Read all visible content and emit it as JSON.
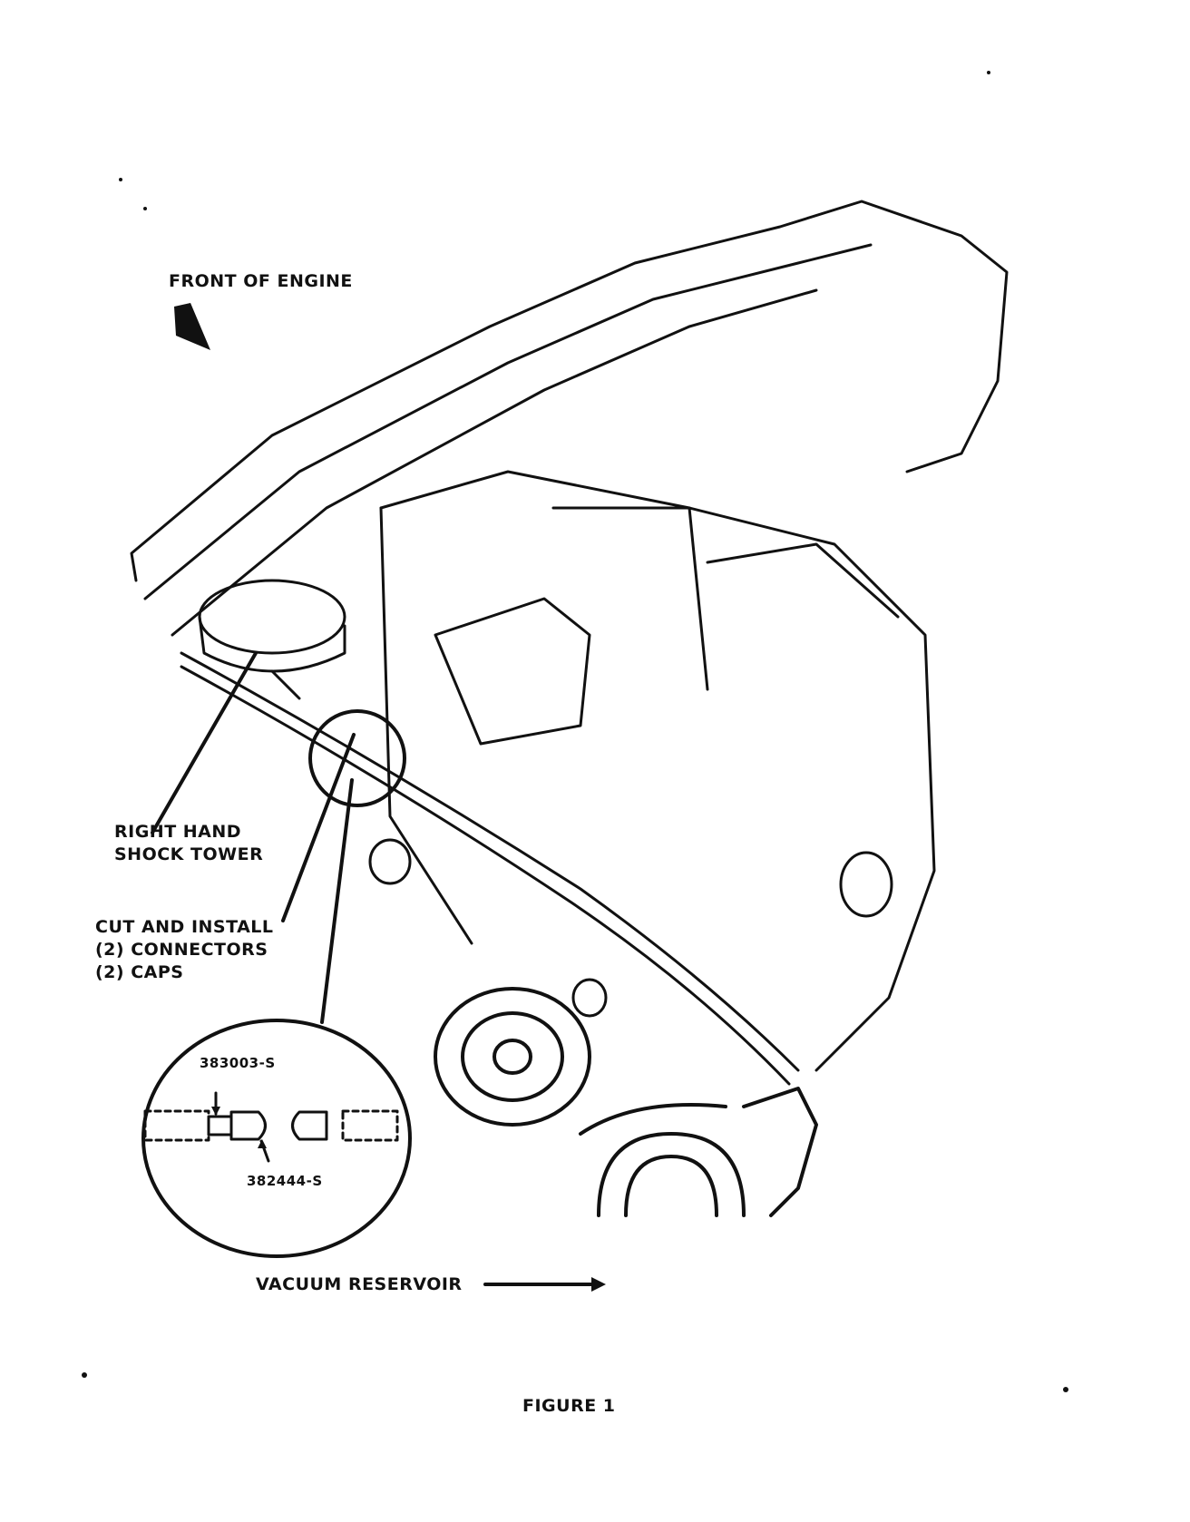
{
  "colors": {
    "ink": "#111111",
    "paper": "#ffffff"
  },
  "labels": {
    "front_of_engine": "FRONT OF ENGINE",
    "shock_tower_line1": "RIGHT HAND",
    "shock_tower_line2": "SHOCK TOWER",
    "cut_install_line1": "CUT AND INSTALL",
    "cut_install_line2": "(2) CONNECTORS",
    "cut_install_line3": "(2) CAPS",
    "part_connector": "383003-S",
    "part_cap": "382444-S",
    "vacuum_reservoir": "VACUUM RESERVOIR",
    "figure_caption": "FIGURE 1"
  },
  "icons": {
    "front_arrow": "arrow-icon"
  }
}
